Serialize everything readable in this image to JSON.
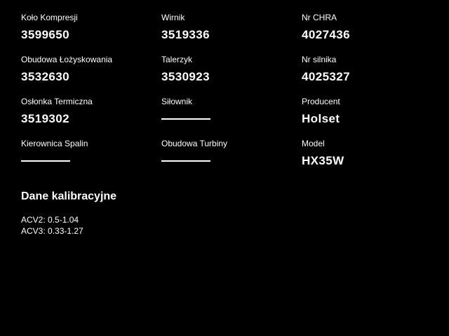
{
  "background": "#000000",
  "text_color": "#ffffff",
  "fields": [
    {
      "label": "Koło Kompresji",
      "value": "3599650"
    },
    {
      "label": "Wirnik",
      "value": "3519336"
    },
    {
      "label": "Nr CHRA",
      "value": "4027436"
    },
    {
      "label": "Obudowa Łożyskowania",
      "value": "3532630"
    },
    {
      "label": "Talerzyk",
      "value": "3530923"
    },
    {
      "label": "Nr silnika",
      "value": "4025327"
    },
    {
      "label": "Osłonka Termiczna",
      "value": "3519302"
    },
    {
      "label": "Siłownik",
      "value": null
    },
    {
      "label": "Producent",
      "value": "Holset"
    },
    {
      "label": "Kierownica Spalin",
      "value": null
    },
    {
      "label": "Obudowa Turbiny",
      "value": null
    },
    {
      "label": "Model",
      "value": "HX35W"
    }
  ],
  "calibration": {
    "title": "Dane kalibracyjne",
    "lines": [
      "ACV2: 0.5-1.04",
      "ACV3: 0.33-1.27"
    ]
  }
}
